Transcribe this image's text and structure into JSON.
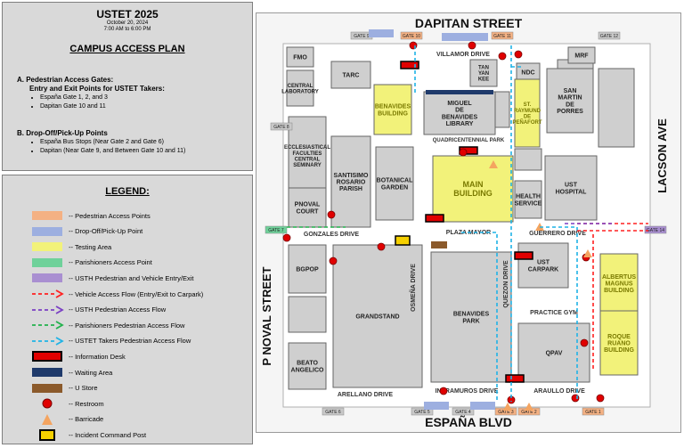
{
  "header": {
    "event": "USTET 2025",
    "date": "October 20, 2024",
    "time": "7:00 AM to 6:00 PM",
    "plan_title": "CAMPUS ACCESS PLAN"
  },
  "sections": [
    {
      "title": "A.  Pedestrian Access Gates:",
      "subtitle": "Entry and Exit Points for USTET Takers:",
      "items": [
        "España Gate 1, 2, and 3",
        "Dapitan Gate 10 and 11"
      ]
    },
    {
      "title": "B.  Drop-Off/Pick-Up Points",
      "subtitle": "",
      "items": [
        "España Bus Stops (Near Gate 2 and Gate 6)",
        "Dapitan (Near Gate 9, and Between Gate 10 and 11)"
      ]
    }
  ],
  "legend": {
    "title": "LEGEND:",
    "items": [
      {
        "label": "-- Pedestrian Access Points",
        "kind": "rect",
        "color": "#f4b183"
      },
      {
        "label": "-- Drop-Off/Pick-Up Point",
        "kind": "rect",
        "color": "#9dafe0"
      },
      {
        "label": "-- Testing Area",
        "kind": "rect",
        "color": "#f2f27a"
      },
      {
        "label": "-- Parishioners Access Point",
        "kind": "rect",
        "color": "#6fd19a"
      },
      {
        "label": "-- USTH Pedestrian and Vehicle Entry/Exit",
        "kind": "rect",
        "color": "#a98fd1"
      },
      {
        "label": "-- Vehicle Access Flow (Entry/Exit to Carpark)",
        "kind": "arrow",
        "color": "#ff2020"
      },
      {
        "label": "-- USTH Pedestrian Access Flow",
        "kind": "arrow",
        "color": "#7a3fc4"
      },
      {
        "label": "-- Parishioners Pedestrian Access Flow",
        "kind": "arrow",
        "color": "#22b14c"
      },
      {
        "label": "-- USTET Takers Pedestrian Access Flow",
        "kind": "arrow",
        "color": "#1fb3e6"
      },
      {
        "label": "-- Information Desk",
        "kind": "desk",
        "color": "#e00000"
      },
      {
        "label": "-- Waiting Area",
        "kind": "rect",
        "color": "#1f3a6b"
      },
      {
        "label": "-- U Store",
        "kind": "rect",
        "color": "#8b5a2b"
      },
      {
        "label": "-- Restroom",
        "kind": "dot",
        "color": "#e00000"
      },
      {
        "label": "-- Barricade",
        "kind": "tri",
        "color": "#f4a460"
      },
      {
        "label": "-- Incident Command Post",
        "kind": "icp",
        "color": "#f5d000"
      }
    ]
  },
  "map": {
    "streets": {
      "north": "DAPITAN STREET",
      "south": "ESPAÑA BLVD",
      "west": "P NOVAL STREET",
      "east": "LACSON AVE"
    },
    "buildings": [
      {
        "label": "FMO",
        "testing": false
      },
      {
        "label": "CENTRAL LABORATORY",
        "testing": false
      },
      {
        "label": "TARC",
        "testing": false
      },
      {
        "label": "BENAVIDES BUILDING",
        "testing": true
      },
      {
        "label": "MIGUEL DE BENAVIDES LIBRARY",
        "testing": false
      },
      {
        "label": "TAN YAN KEE",
        "testing": false
      },
      {
        "label": "NDC",
        "testing": false
      },
      {
        "label": "MRF",
        "testing": false
      },
      {
        "label": "ST. RAYMUND DE PEÑAFORT",
        "testing": true
      },
      {
        "label": "SAN MARTIN DE PORRES",
        "testing": false
      },
      {
        "label": "ECCLESIASTICAL FACULTIES CENTRAL SEMINARY",
        "testing": false
      },
      {
        "label": "SANTISIMO ROSARIO PARISH",
        "testing": false
      },
      {
        "label": "BOTANICAL GARDEN",
        "testing": false
      },
      {
        "label": "MAIN BUILDING",
        "testing": true
      },
      {
        "label": "HEALTH SERVICE",
        "testing": false
      },
      {
        "label": "UST HOSPITAL",
        "testing": false
      },
      {
        "label": "PNOVAL COURT",
        "testing": false
      },
      {
        "label": "BGPOP",
        "testing": false
      },
      {
        "label": "GRANDSTAND",
        "testing": false
      },
      {
        "label": "BENAVIDES PARK",
        "testing": false
      },
      {
        "label": "UST CARPARK",
        "testing": false
      },
      {
        "label": "ALBERTUS MAGNUS BUILDING",
        "testing": true
      },
      {
        "label": "ROQUE RUANO BUILDING",
        "testing": true
      },
      {
        "label": "QPAV",
        "testing": false
      },
      {
        "label": "BEATO ANGELICO",
        "testing": false
      }
    ],
    "roads": [
      "VILLAMOR DRIVE",
      "QUADRICENTENNIAL PARK",
      "GONZALES DRIVE",
      "PLAZA MAYOR",
      "GUERRERO DRIVE",
      "OSMEÑA DRIVE",
      "QUEZON DRIVE",
      "PRACTICE GYM",
      "ARELLANO DRIVE",
      "INTRAMUROS DRIVE",
      "ARAULLO DRIVE"
    ],
    "gates": [
      "GATE 9",
      "GATE 10",
      "GATE 11",
      "GATE 12",
      "GATE 8",
      "GATE 7",
      "GATE 14",
      "GATE 6",
      "GATE 5",
      "GATE 4",
      "GATE 3",
      "GATE 2",
      "GATE 1"
    ]
  }
}
